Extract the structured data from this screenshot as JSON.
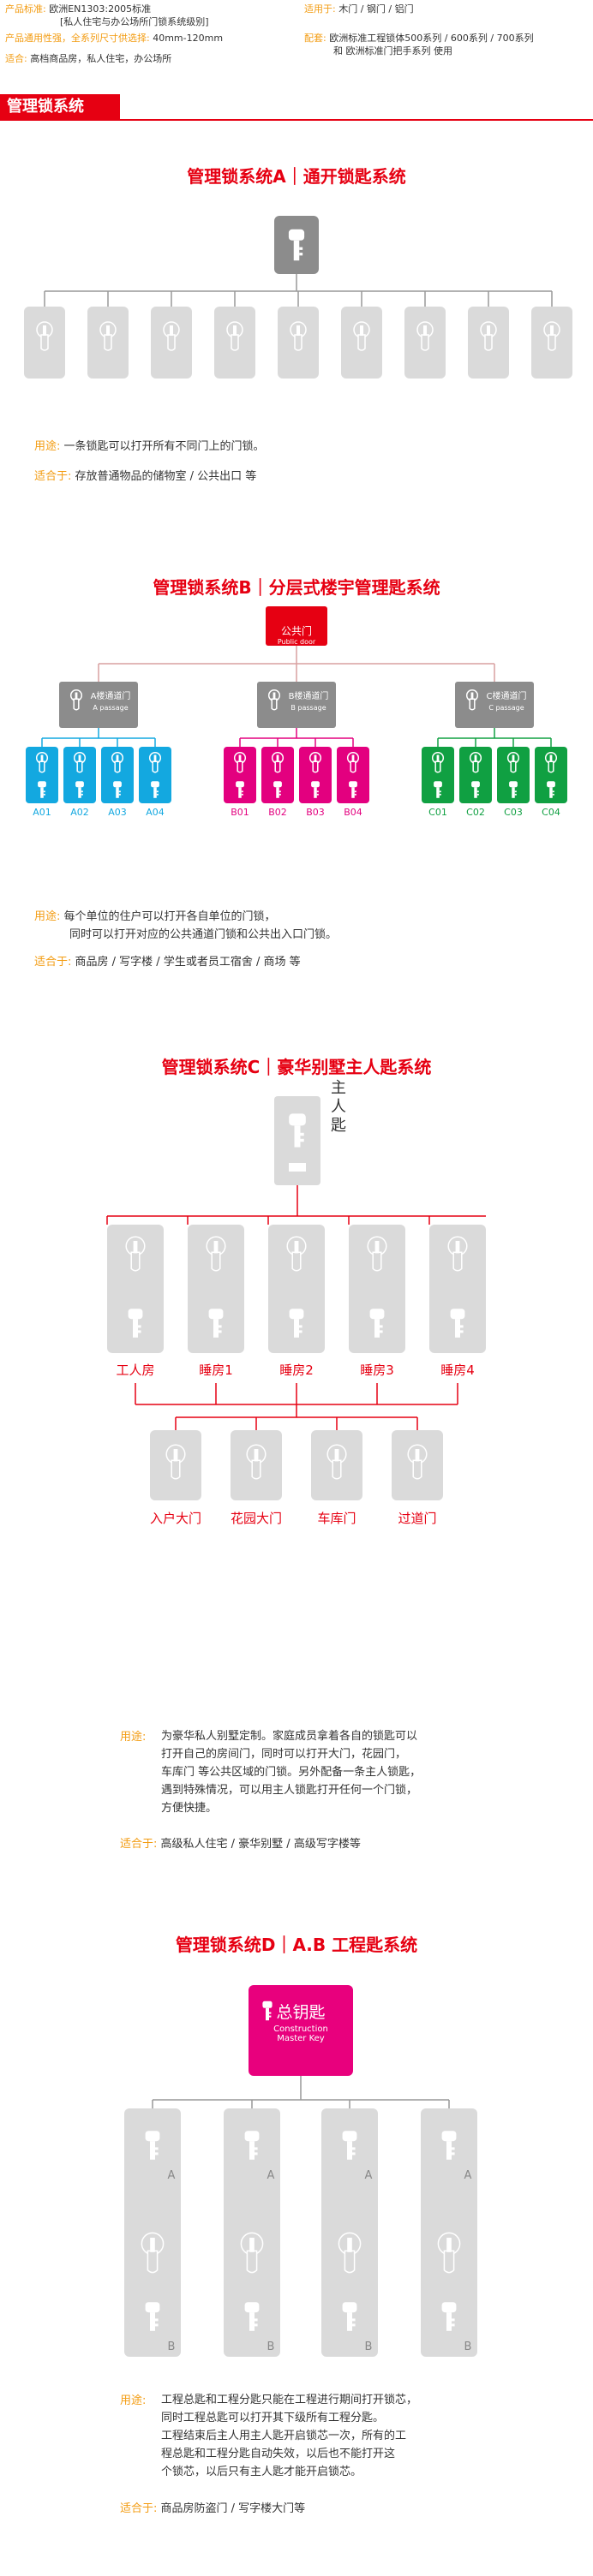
{
  "colors": {
    "red": "#e60012",
    "orange": "#f39c12",
    "grey": "#b9b9b9",
    "light": "#dadada",
    "blue": "#13a8e0",
    "pink": "#e3007f",
    "green": "#10a042",
    "dark": "#808080"
  },
  "specs": {
    "standard_label": "产品标准:",
    "standard_value": "欧洲EN1303:2005标准",
    "standard_value2": "[私人住宅与办公场所门锁系统级别]",
    "size_label": "产品通用性强，全系列尺寸供选择:",
    "size_value": "40mm-120mm",
    "fit_label": "适合:",
    "fit_value": "高档商品房，私人住宅，办公场所",
    "door_label": "适用于:",
    "door_value": "木门 / 钢门 / 铝门",
    "match_label": "配套:",
    "match_value": "欧洲标准工程锁体500系列 / 600系列 / 700系列",
    "match_value2": "和 欧洲标准门把手系列 使用"
  },
  "section_title": "管理锁系统",
  "sysA": {
    "title": "管理锁系统A｜通开锁匙系统",
    "use_label": "用途:",
    "use_text": "一条锁匙可以打开所有不同门上的门锁。",
    "fit_label": "适合于:",
    "fit_text": "存放普通物品的储物室 / 公共出口 等"
  },
  "sysB": {
    "title": "管理锁系统B｜分层式楼宇管理匙系统",
    "master": "公共门",
    "master_en": "Public door",
    "groups": [
      {
        "name": "A楼通道门",
        "en": "A passage",
        "units": [
          "A01",
          "A02",
          "A03",
          "A04"
        ]
      },
      {
        "name": "B楼通道门",
        "en": "B passage",
        "units": [
          "B01",
          "B02",
          "B03",
          "B04"
        ]
      },
      {
        "name": "C楼通道门",
        "en": "C passage",
        "units": [
          "C01",
          "C02",
          "C03",
          "C04"
        ]
      }
    ],
    "use_label": "用途:",
    "use_text1": "每个单位的住户可以打开各自单位的门锁，",
    "use_text2": "同时可以打开对应的公共通道门锁和公共出入口门锁。",
    "fit_label": "适合于:",
    "fit_text": "商品房 / 写字楼 / 学生或者员工宿舍 / 商场 等"
  },
  "sysC": {
    "title": "管理锁系统C｜豪华别墅主人匙系统",
    "master": "主人匙",
    "rooms": [
      "工人房",
      "睡房1",
      "睡房2",
      "睡房3",
      "睡房4"
    ],
    "doors": [
      "入户大门",
      "花园大门",
      "车库门",
      "过道门"
    ],
    "use_label": "用途:",
    "use_lines": [
      "为豪华私人别墅定制。家庭成员拿着各自的锁匙可以",
      "打开自己的房间门，同时可以打开大门，花园门，",
      "车库门 等公共区域的门锁。另外配备一条主人锁匙，",
      "遇到特殊情况，可以用主人锁匙打开任何一个门锁，",
      "方便快捷。"
    ],
    "fit_label": "适合于:",
    "fit_text": "高级私人住宅 / 豪华别墅 / 高级写字楼等"
  },
  "sysD": {
    "title": "管理锁系统D｜A.B 工程匙系统",
    "master": "总钥匙",
    "master_en1": "Construction",
    "master_en2": "Master Key",
    "key_a": "A",
    "key_b": "B",
    "use_label": "用途:",
    "use_lines": [
      "工程总匙和工程分匙只能在工程进行期间打开锁芯，",
      "同时工程总匙可以打开其下级所有工程分匙。",
      "工程结束后主人用主人匙开启锁芯一次，所有的工",
      "程总匙和工程分匙自动失效，以后也不能打开这",
      "个锁芯，以后只有主人匙才能开启锁芯。"
    ],
    "fit_label": "适合于:",
    "fit_text": "商品房防盗门 / 写字楼大门等"
  }
}
